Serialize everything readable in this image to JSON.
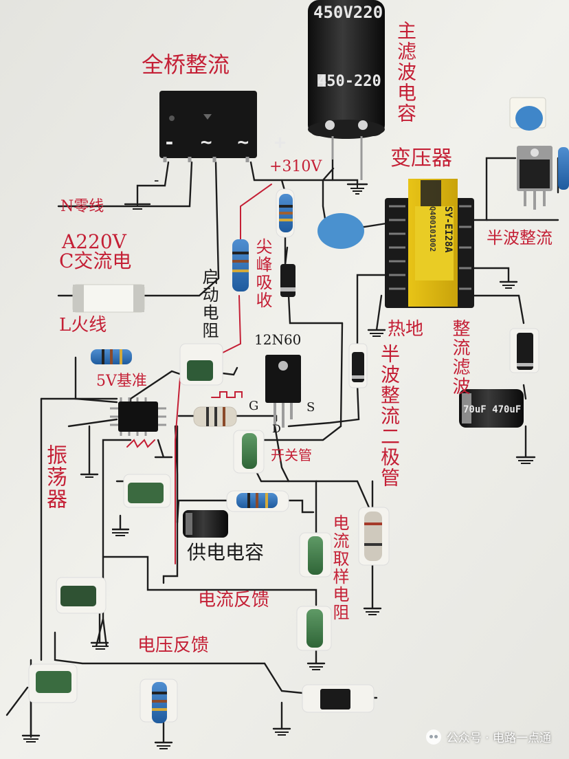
{
  "labels": {
    "bridge": "全桥整流",
    "main_cap": "主滤波电容",
    "v310": "+310V",
    "transformer": "变压器",
    "n_line": "N零线",
    "ac_a": "A220V",
    "ac_c": "C交流电",
    "l_line": "L火线",
    "spike": "尖峰吸收",
    "startup": "启动电阻",
    "ref5v": "5V基准",
    "mosfet_model": "12N60",
    "pin_g": "G",
    "pin_s": "S",
    "pin_d": "D",
    "switch": "开关管",
    "osc": "振荡器",
    "supply_cap": "供电电容",
    "cur_fb": "电流反馈",
    "volt_fb": "电压反馈",
    "cur_sense": "电流取样电阻",
    "hot_gnd": "热地",
    "rect_filter": "整流滤波",
    "half_rect": "半波整流",
    "half_diode": "半波整流二极管",
    "minus": "-"
  },
  "markings": {
    "bridge_pins": "- ~ ~ +",
    "cap_top": "450V220",
    "cap_mid": "450-220",
    "transformer_part": "SY-EI28A",
    "transformer_code": "Q400101002",
    "out_cap": "70uF 470uF"
  },
  "watermark": {
    "text": "公众号 · 电路一点通",
    "icon": "wechat-icon"
  }
}
